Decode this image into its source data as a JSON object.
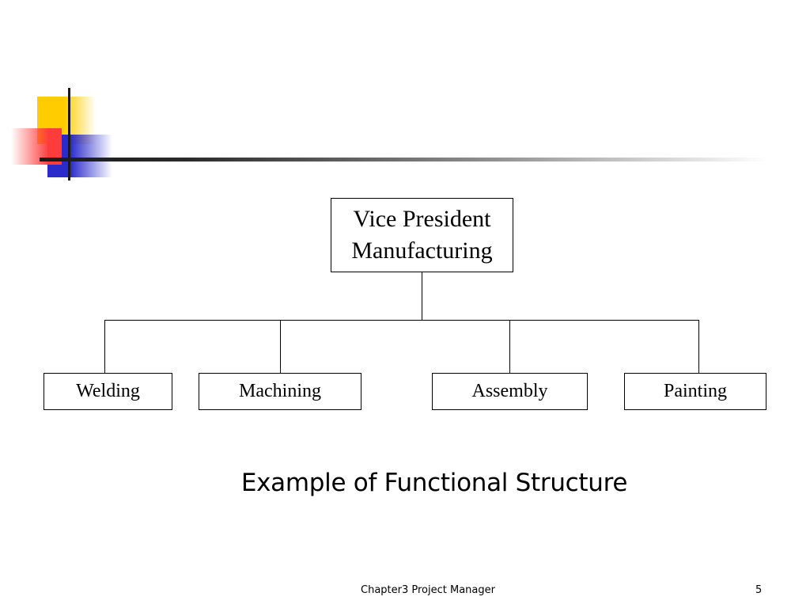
{
  "org_chart": {
    "root": {
      "line1": "Vice President",
      "line2": "Manufacturing"
    },
    "children": [
      {
        "label": "Welding"
      },
      {
        "label": "Machining"
      },
      {
        "label": "Assembly"
      },
      {
        "label": "Painting"
      }
    ]
  },
  "caption": "Example of Functional Structure",
  "footer": {
    "text": "Chapter3 Project Manager",
    "page_number": "5"
  },
  "colors": {
    "ornament_yellow": "#ffcc00",
    "ornament_blue": "#2b2bcc",
    "ornament_red": "#ff3c3c",
    "rule_dark": "#1a1a1a",
    "box_border": "#000000"
  }
}
